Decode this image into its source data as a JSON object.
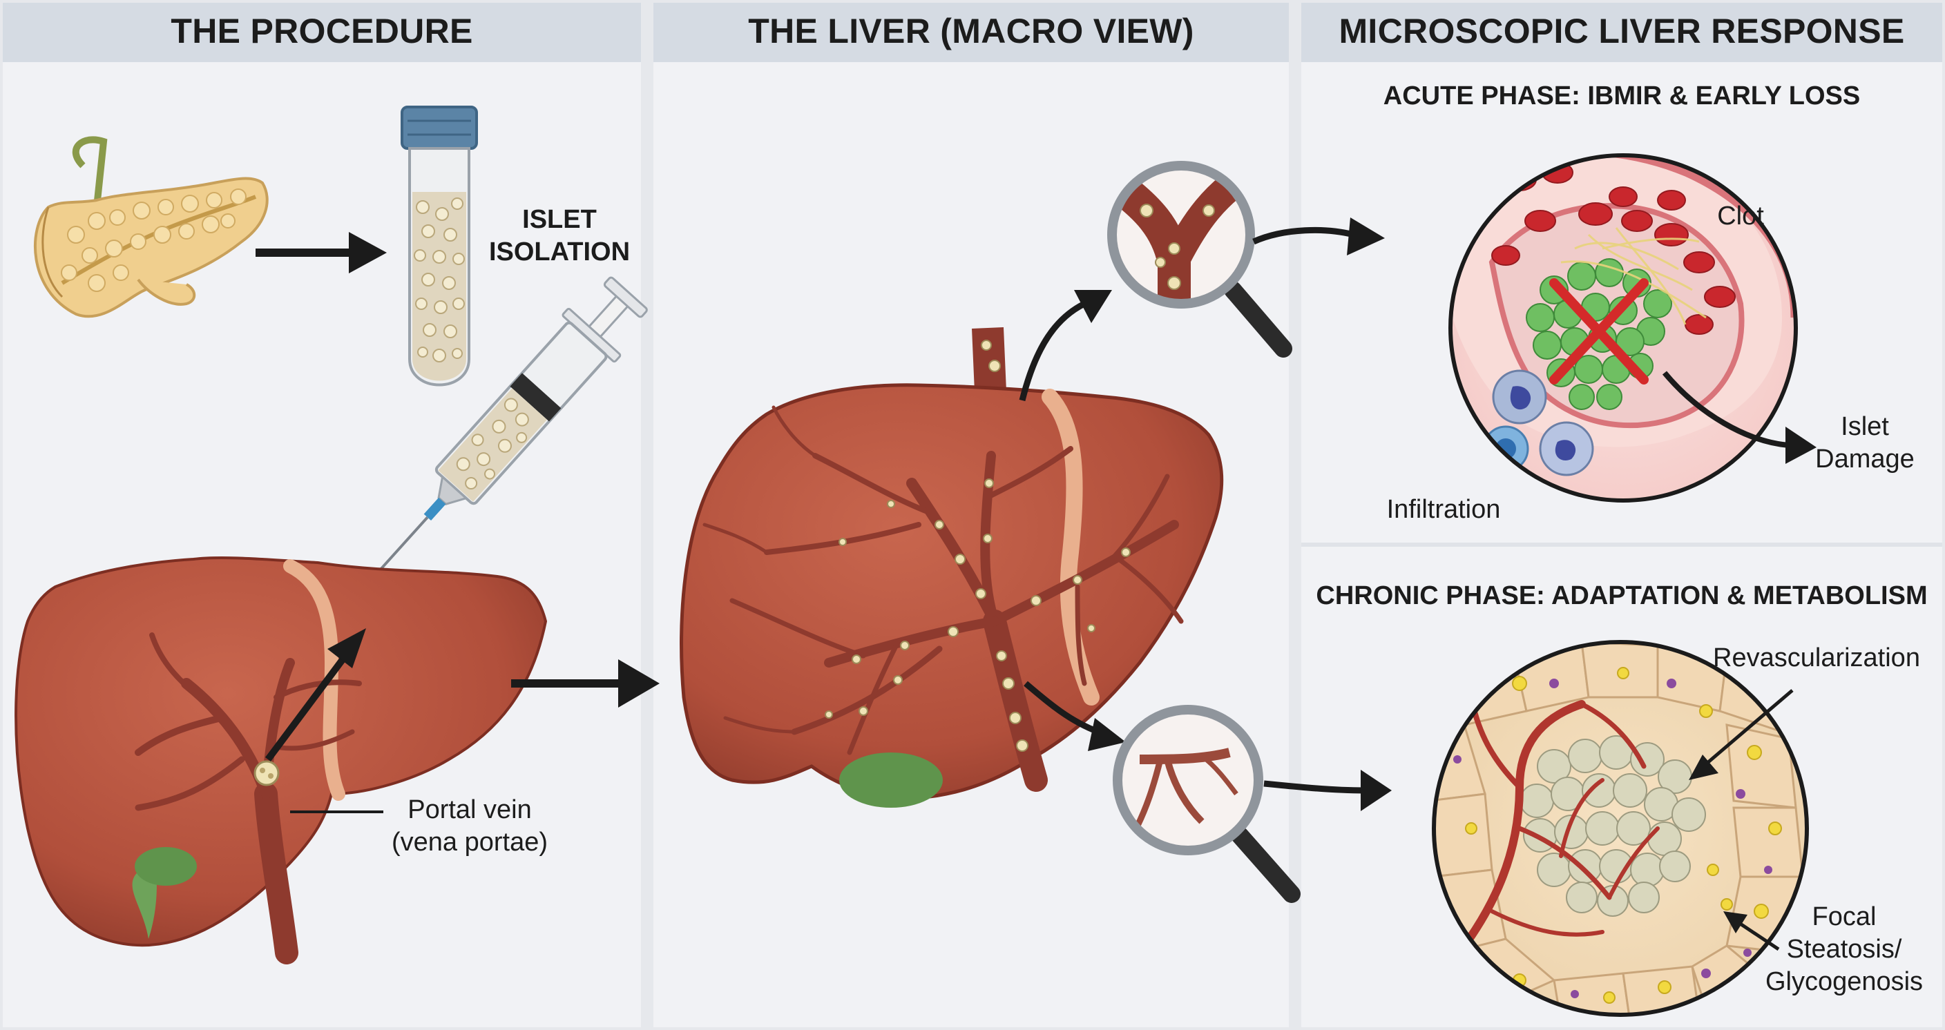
{
  "headers": {
    "procedure": "THE PROCEDURE",
    "macro": "THE LIVER (MACRO VIEW)",
    "micro": "MICROSCOPIC LIVER RESPONSE"
  },
  "procedure": {
    "islet_isolation_line1": "ISLET",
    "islet_isolation_line2": "ISOLATION",
    "portal_vein_line1": "Portal vein",
    "portal_vein_line2": "(vena portae)"
  },
  "acute": {
    "title": "ACUTE PHASE: IBMIR & EARLY LOSS",
    "clot": "Clot",
    "islet_damage_line1": "Islet",
    "islet_damage_line2": "Damage",
    "infiltration": "Infiltration"
  },
  "chronic": {
    "title": "CHRONIC PHASE: ADAPTATION & METABOLISM",
    "revascularization": "Revascularization",
    "focal_line1": "Focal",
    "focal_line2": "Steatosis/",
    "focal_line3": "Glycogenosis"
  },
  "colors": {
    "header_bg": "#d5dbe3",
    "panel_bg": "#f1f2f5",
    "liver": "#b5533f",
    "liver_dark": "#7d2e22",
    "vessel": "#8e3a2e",
    "islet_cell": "#e9e0bd",
    "islet_green": "#6fbf62",
    "rbc": "#c9272d",
    "arrow": "#1b1b1b"
  }
}
